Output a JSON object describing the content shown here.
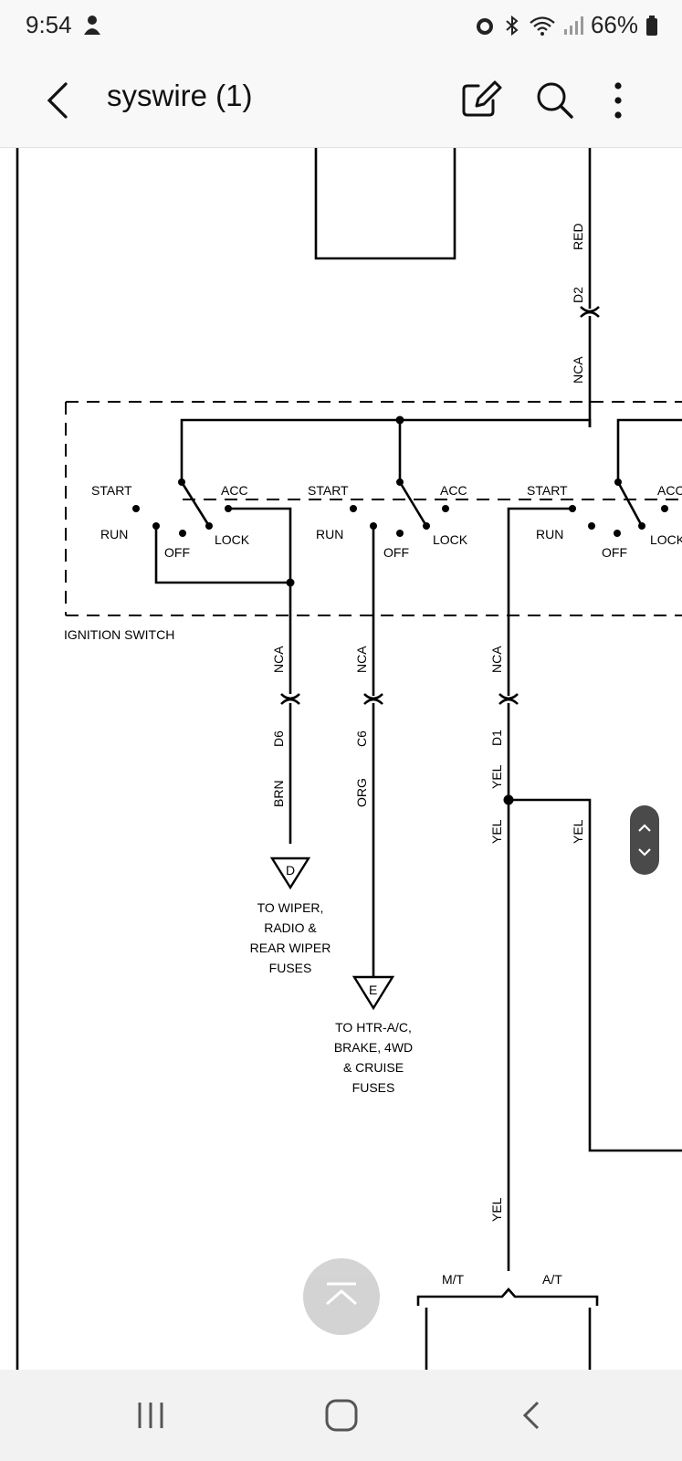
{
  "status_bar": {
    "time": "9:54",
    "battery_percent": "66%",
    "icons": [
      "person-icon",
      "alarm-icon",
      "bluetooth-icon",
      "wifi-icon",
      "signal-icon",
      "battery-icon"
    ]
  },
  "app_bar": {
    "title": "syswire (1)",
    "icons": [
      "back-arrow-icon",
      "edit-icon",
      "search-icon",
      "more-vert-icon"
    ]
  },
  "diagram": {
    "switch_label": "IGNITION SWITCH",
    "positions": {
      "start": "START",
      "acc": "ACC",
      "run": "RUN",
      "off": "OFF",
      "lock": "LOCK",
      "acc_partial": "ACC",
      "lock_partial": "LOCK"
    },
    "wires": {
      "red": "RED",
      "d2": "D2",
      "nca": "NCA",
      "d6": "D6",
      "brn": "BRN",
      "c6": "C6",
      "org": "ORG",
      "d1": "D1",
      "yel": "YEL"
    },
    "terminals": {
      "d": "D",
      "e": "E"
    },
    "notes": {
      "wiper": [
        "TO WIPER,",
        "RADIO &",
        "REAR WIPER",
        "FUSES"
      ],
      "htr": [
        "TO HTR-A/C,",
        "BRAKE, 4WD",
        "& CRUISE",
        "FUSES"
      ]
    },
    "branches": {
      "mt": "M/T",
      "at": "A/T"
    }
  },
  "colors": {
    "bar_background": "#f8f8f8",
    "nav_background": "#f2f2f2",
    "scroll_handle": "#4a4a4a",
    "fab": "#cfcfcf"
  }
}
